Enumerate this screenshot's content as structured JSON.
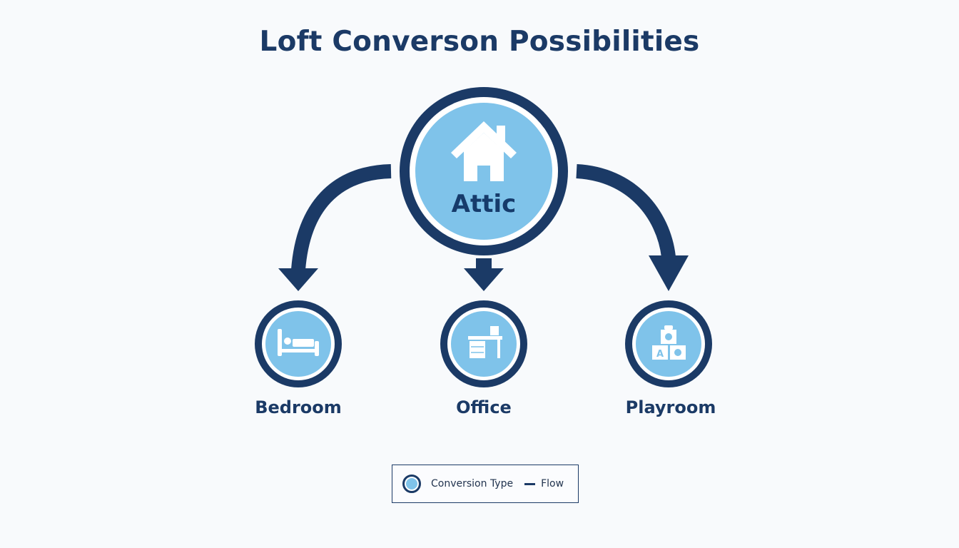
{
  "title": "Loft Converson Possibilities",
  "colors": {
    "navy": "#1b3a66",
    "light_blue": "#7fc3ea",
    "white": "#ffffff",
    "background": "#f8fafc"
  },
  "root": {
    "label": "Attic",
    "icon": "house-icon"
  },
  "flows": [
    {
      "from": "Attic",
      "to": "Bedroom",
      "shape": "curved-arrow-left"
    },
    {
      "from": "Attic",
      "to": "Office",
      "shape": "straight-arrow-down"
    },
    {
      "from": "Attic",
      "to": "Playroom",
      "shape": "curved-arrow-right"
    }
  ],
  "children": [
    {
      "label": "Bedroom",
      "icon": "bed-icon"
    },
    {
      "label": "Office",
      "icon": "desk-icon"
    },
    {
      "label": "Playroom",
      "icon": "toy-blocks-icon",
      "block_letter": "A"
    }
  ],
  "legend": {
    "items": [
      {
        "symbol": "circle",
        "label": "Conversion Type"
      },
      {
        "symbol": "line",
        "label": "Flow"
      }
    ]
  }
}
